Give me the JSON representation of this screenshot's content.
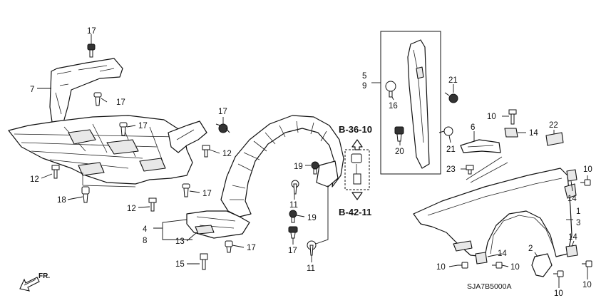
{
  "diagram": {
    "diagram_code": "SJA7B5000A",
    "direction_label": "FR.",
    "refs": {
      "upper": "B-36-10",
      "lower": "B-42-11"
    },
    "callouts": {
      "c17_top": "17",
      "c7": "7",
      "c17_b": "17",
      "c17_c": "17",
      "c17_d": "17",
      "c12_a": "12",
      "c12_b": "12",
      "c18": "18",
      "c12_c": "12",
      "c17_e": "17",
      "c4": "4",
      "c8": "8",
      "c13": "13",
      "c15": "15",
      "c17_f": "17",
      "c19_a": "19",
      "c11_a": "11",
      "c19_b": "19",
      "c17_g": "17",
      "c11_b": "11",
      "c5": "5",
      "c9": "9",
      "c16": "16",
      "c21_a": "21",
      "c20": "20",
      "c21_b": "21",
      "c10_a": "10",
      "c6": "6",
      "c14_a": "14",
      "c22": "22",
      "c23": "23",
      "c10_b": "10",
      "c14_b": "14",
      "c1": "1",
      "c3": "3",
      "c14_c": "14",
      "c2": "2",
      "c14_d": "14",
      "c10_c": "10",
      "c10_d": "10",
      "c10_e": "10",
      "c10_f": "10"
    }
  }
}
